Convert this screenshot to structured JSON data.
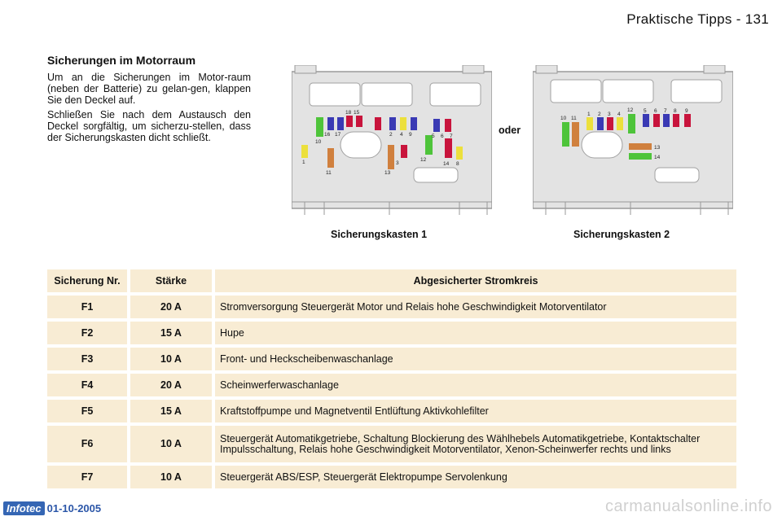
{
  "header": {
    "page_title": "Praktische Tipps - 131"
  },
  "section": {
    "title": "Sicherungen im Motorraum",
    "paragraphs": [
      "Um an die Sicherungen im Motor-raum (neben der Batterie) zu gelan-gen, klappen Sie den Deckel auf.",
      "Schließen Sie nach dem Austausch den Deckel sorgfältig, um sicherzu-stellen, dass der Sicherungskasten dicht schließt."
    ]
  },
  "diagrams": {
    "separator": "oder",
    "box1": {
      "caption": "Sicherungskasten 1",
      "labels": [
        "1",
        "2",
        "3",
        "4",
        "5",
        "6",
        "7",
        "8",
        "9",
        "10",
        "11",
        "12",
        "13",
        "14",
        "15",
        "16",
        "17",
        "18"
      ]
    },
    "box2": {
      "caption": "Sicherungskasten 2",
      "labels": [
        "1",
        "2",
        "3",
        "4",
        "5",
        "6",
        "7",
        "8",
        "9",
        "10",
        "11",
        "12",
        "13",
        "14"
      ]
    }
  },
  "table": {
    "headers": {
      "number": "Sicherung Nr.",
      "rating": "Stärke",
      "circuit": "Abgesicherter Stromkreis"
    },
    "rows": [
      {
        "number": "F1",
        "rating": "20 A",
        "circuit": "Stromversorgung Steuergerät Motor und Relais hohe Geschwindigkeit Motorventilator"
      },
      {
        "number": "F2",
        "rating": "15 A",
        "circuit": "Hupe"
      },
      {
        "number": "F3",
        "rating": "10 A",
        "circuit": "Front- und Heckscheibenwaschanlage"
      },
      {
        "number": "F4",
        "rating": "20 A",
        "circuit": "Scheinwerferwaschanlage"
      },
      {
        "number": "F5",
        "rating": "15 A",
        "circuit": "Kraftstoffpumpe und Magnetventil Entlüftung Aktivkohlefilter"
      },
      {
        "number": "F6",
        "rating": "10 A",
        "circuit": "Steuergerät Automatikgetriebe, Schaltung Blockierung des Wählhebels Automatikgetriebe, Kontaktschalter Impulsschaltung, Relais hohe Geschwindigkeit Motorventilator, Xenon-Scheinwerfer rechts und links"
      },
      {
        "number": "F7",
        "rating": "10 A",
        "circuit": "Steuergerät ABS/ESP, Steuergerät Elektropumpe Servolenkung"
      }
    ]
  },
  "footer": {
    "logo": "Infotec",
    "date": "01-10-2005"
  },
  "watermark": "carmanualsonline.info",
  "colors": {
    "cell_bg": "#f8ecd4",
    "box_bg": "#e3e3e3",
    "fuse_blue": "#3a3ab4",
    "fuse_red": "#c8143c",
    "fuse_yellow": "#ece03c",
    "fuse_green": "#4ec43a",
    "fuse_orange": "#d0803e",
    "logo_blue": "#3566b4"
  }
}
